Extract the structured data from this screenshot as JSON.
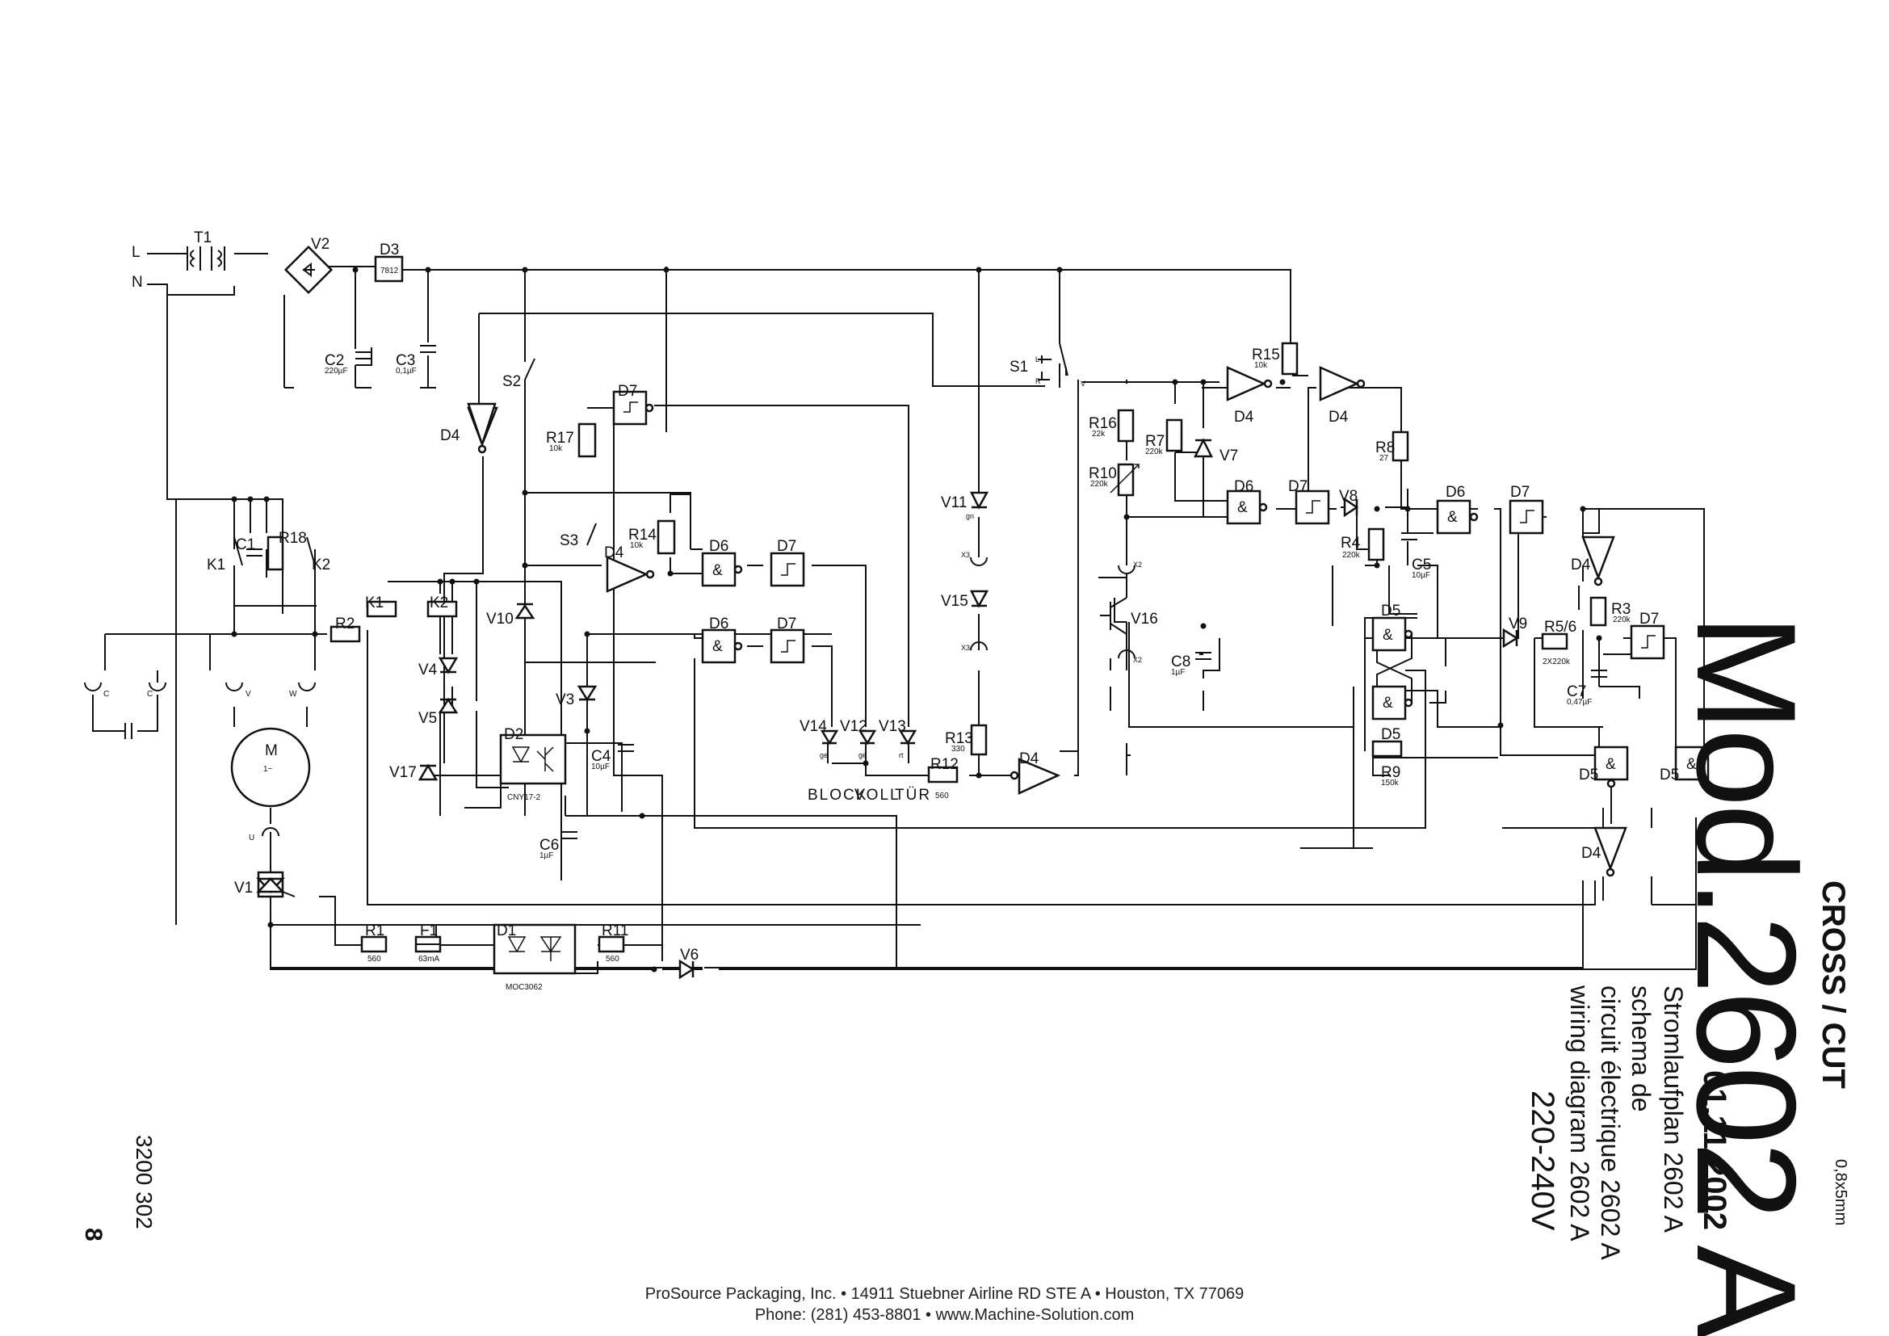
{
  "title_block": {
    "model": "Mod.2602 A",
    "size": "0,8x5mm",
    "product": "CROSS / CUT",
    "date": "01.11.2002",
    "line_de": "Stromlaufplan  2602 A",
    "line_fr1": "schema de",
    "line_fr2": "circuit électrique 2602 A",
    "line_en": "wiring diagram 2602 A",
    "voltage": "220-240V",
    "doc_number": "3200 302",
    "page_number": "8"
  },
  "footer": {
    "line1": "ProSource Packaging, Inc. • 14911 Stuebner Airline RD STE A • Houston, TX 77069",
    "line2": "Phone: (281) 453-8801 • www.Machine-Solution.com"
  },
  "schematic": {
    "power_labels": {
      "l": "L",
      "n": "N",
      "t1": "T1",
      "v2": "V2",
      "d3": "D3",
      "d3_value": "7812",
      "c2": "C2",
      "c2_value": "220µF",
      "c3": "C3",
      "c3_value": "0,1µF"
    },
    "switches": {
      "s1": "S1",
      "s1_pin1": "L",
      "s1_pin2": "R",
      "s1_pin3": "V",
      "s2": "S2",
      "s3": "S3"
    },
    "relays": {
      "k1": "K1",
      "k2": "K2",
      "c1": "C1",
      "r18": "R18",
      "r2": "R2"
    },
    "motor": {
      "m": "M",
      "phase": "1~",
      "u": "U",
      "v": "V",
      "w": "W",
      "c_left": "C",
      "c_right": "C"
    },
    "triac": {
      "v1": "V1",
      "r1": "R1",
      "r1_value": "560",
      "f1": "F1",
      "f1_value": "63mA",
      "d1": "D1",
      "d1_value": "MOC3062",
      "r11": "R11",
      "r11_value": "560",
      "v6": "V6"
    },
    "indicators": {
      "block": "BLOCK",
      "voll": "VOLL",
      "tur": "TÜR",
      "v14": "V14",
      "v12": "V12",
      "v13": "V13",
      "ge1": "ge",
      "ge2": "ge",
      "rt": "rt",
      "gn": "gn",
      "x3a": "X3",
      "x3b": "X3",
      "x2a": "X2",
      "x2b": "X2"
    },
    "labels": {
      "d4": "D4",
      "d7": "D7",
      "d6": "D6",
      "d5": "D5",
      "d2": "D2",
      "cny": "CNY17-2",
      "r17": "R17",
      "r17_value": "10k",
      "r14": "R14",
      "r14_value": "10k",
      "c4": "C4",
      "c4_value": "10µF",
      "c6": "C6",
      "c6_value": "1µF",
      "v10": "V10",
      "v4": "V4",
      "v5": "V5",
      "v3": "V3",
      "v17": "V17",
      "v11": "V11",
      "v15": "V15",
      "r13": "R13",
      "r13_value": "330",
      "r12": "R12",
      "r12_value": "560",
      "r15": "R15",
      "r15_value": "10k",
      "r16": "R16",
      "r16_value": "22k",
      "r10": "R10",
      "r10_value": "220k",
      "r7": "R7",
      "r7_value": "220k",
      "v7": "V7",
      "r8": "R8",
      "r8_value": "27",
      "v8": "V8",
      "r4": "R4",
      "r4_value": "220k",
      "c5": "C5",
      "c5_value": "10µF",
      "v16": "V16",
      "c8": "C8",
      "c8_value": "1µF",
      "r9": "R9",
      "r9_value": "150k",
      "v9": "V9",
      "r56": "R5/6",
      "r56_value": "2X220k",
      "c7": "C7",
      "c7_value": "0,47µF",
      "r3": "R3",
      "r3_value": "220k",
      "amp": "&"
    }
  }
}
